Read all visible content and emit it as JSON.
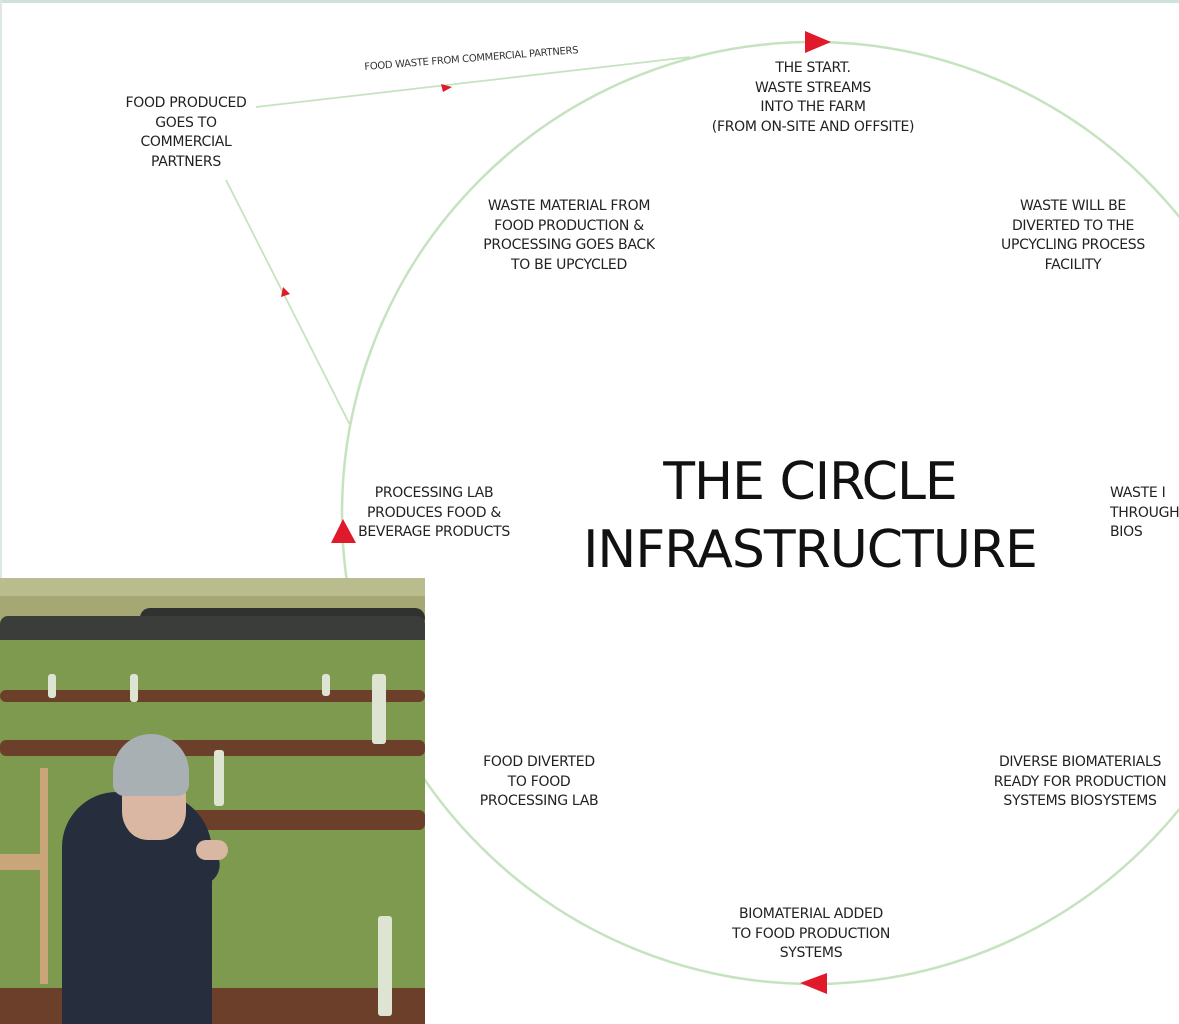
{
  "diagram": {
    "title": "THE CIRCLE\nINFRASTRUCTURE",
    "colors": {
      "circle": "#c6e3c0",
      "arrow": "#e0192b",
      "text": "#222222"
    },
    "nodes": {
      "start": "THE START.\nWASTE STREAMS\nINTO THE FARM\n(FROM ON-SITE AND OFFSITE)",
      "diverted": "WASTE WILL BE\nDIVERTED TO THE\nUPCYCLING PROCESS\nFACILITY",
      "right_partial": "WASTE I\nTHROUGH\nBIOS",
      "biomaterials": "DIVERSE BIOMATERIALS\nREADY FOR PRODUCTION\nSYSTEMS BIOSYSTEMS",
      "biomaterial_added": "BIOMATERIAL ADDED\nTO FOOD PRODUCTION\nSYSTEMS",
      "food_diverted": "FOOD DIVERTED\nTO FOOD\nPROCESSING LAB",
      "processing_lab": "PROCESSING LAB\nPRODUCES FOOD &\nBEVERAGE PRODUCTS",
      "waste_back": "WASTE MATERIAL FROM\nFOOD PRODUCTION &\nPROCESSING GOES BACK\nTO BE UPCYCLED",
      "commercial": "FOOD PRODUCED\nGOES TO\nCOMMERCIAL\nPARTNERS"
    },
    "edge_label": "FOOD WASTE FROM COMMERCIAL PARTNERS"
  },
  "photo": {
    "subject": "person-in-orchard"
  }
}
